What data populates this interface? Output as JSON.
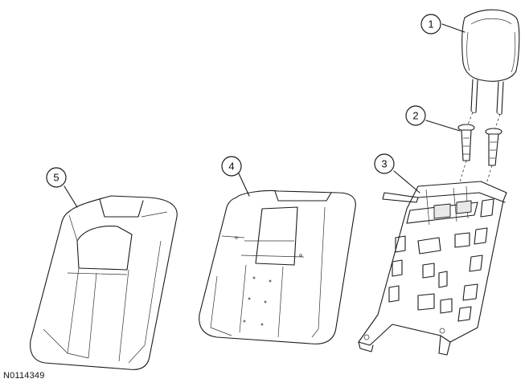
{
  "callouts": [
    "1",
    "2",
    "3",
    "4",
    "5"
  ],
  "reference_id": "N0114349",
  "colors": {
    "line": "#1a1a1a",
    "background": "#ffffff"
  }
}
